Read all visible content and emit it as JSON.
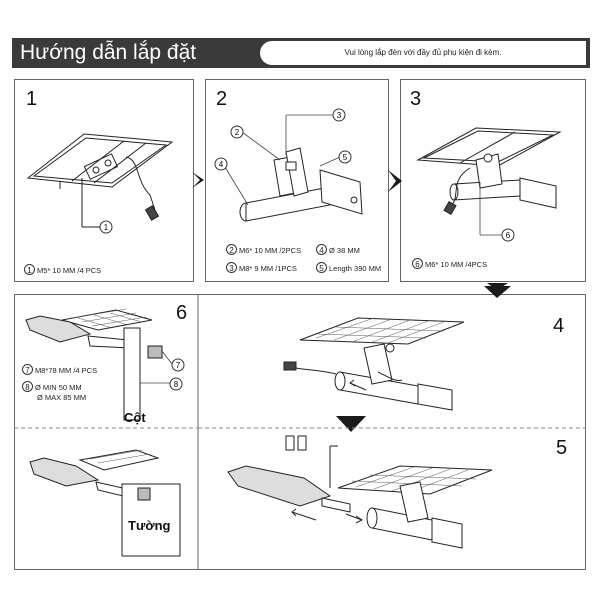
{
  "header": {
    "title": "Hướng dẫn lắp đặt",
    "note": "Vui lòng lắp đèn với đầy đủ phụ kiện đi kèm."
  },
  "step1": {
    "number": "1",
    "callout": "1",
    "spec": "M5* 10 MM /4 PCS"
  },
  "step2": {
    "number": "2",
    "callouts": [
      "2",
      "3",
      "4",
      "5"
    ],
    "spec_a": "M6* 10 MM /2PCS",
    "spec_b": "M8* 9 MM /1PCS",
    "spec_c": "Ø 38 MM",
    "spec_d": "Length 390 MM"
  },
  "step3": {
    "number": "3",
    "callout": "6",
    "spec": "M6* 10 MM /4PCS"
  },
  "step6": {
    "number": "6",
    "callouts": [
      "7",
      "8"
    ],
    "spec_a": "M8*78 MM /4 PCS",
    "spec_b1": "Ø MIN 50 MM",
    "spec_b2": "Ø MAX 85 MM",
    "pole_label": "Cột",
    "wall_label": "Tường"
  },
  "step4": {
    "number": "4"
  },
  "step5": {
    "number": "5"
  }
}
